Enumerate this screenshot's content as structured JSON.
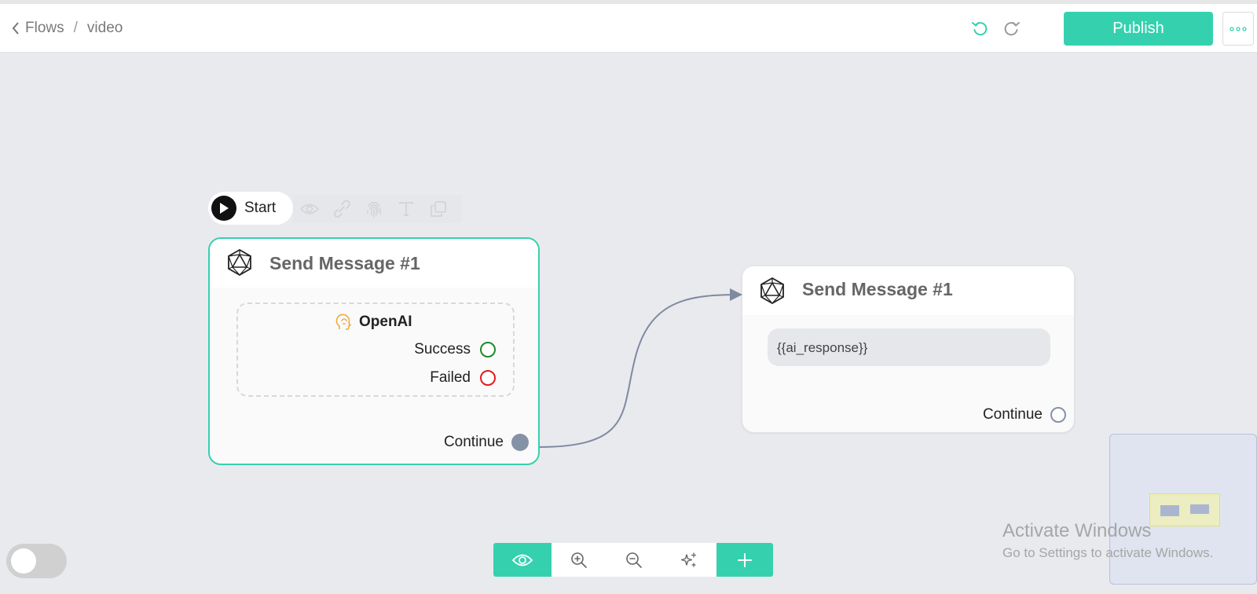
{
  "breadcrumb": {
    "flows": "Flows",
    "separator": "/",
    "current": "video"
  },
  "header": {
    "undo_icon": "undo-icon",
    "redo_icon": "redo-icon",
    "publish_label": "Publish",
    "more_icon": "more-dots-icon"
  },
  "colors": {
    "accent": "#35d1af",
    "success": "#1d8a2a",
    "failed": "#e31b1b",
    "port": "#8592a6"
  },
  "start": {
    "label": "Start"
  },
  "node_toolbar": [
    "eye-icon",
    "link-icon",
    "fingerprint-icon",
    "text-icon",
    "copy-icon"
  ],
  "node_a": {
    "title": "Send Message #1",
    "openai": {
      "label": "OpenAI",
      "success": "Success",
      "failed": "Failed"
    },
    "continue": "Continue"
  },
  "node_b": {
    "title": "Send Message #1",
    "message": "{{ai_response}}",
    "continue": "Continue"
  },
  "bottom_toolbar": [
    "eye-icon",
    "zoom-in-icon",
    "zoom-out-icon",
    "magic-icon",
    "plus-icon"
  ],
  "watermark": {
    "line1": "Activate Windows",
    "line2": "Go to Settings to activate Windows."
  }
}
